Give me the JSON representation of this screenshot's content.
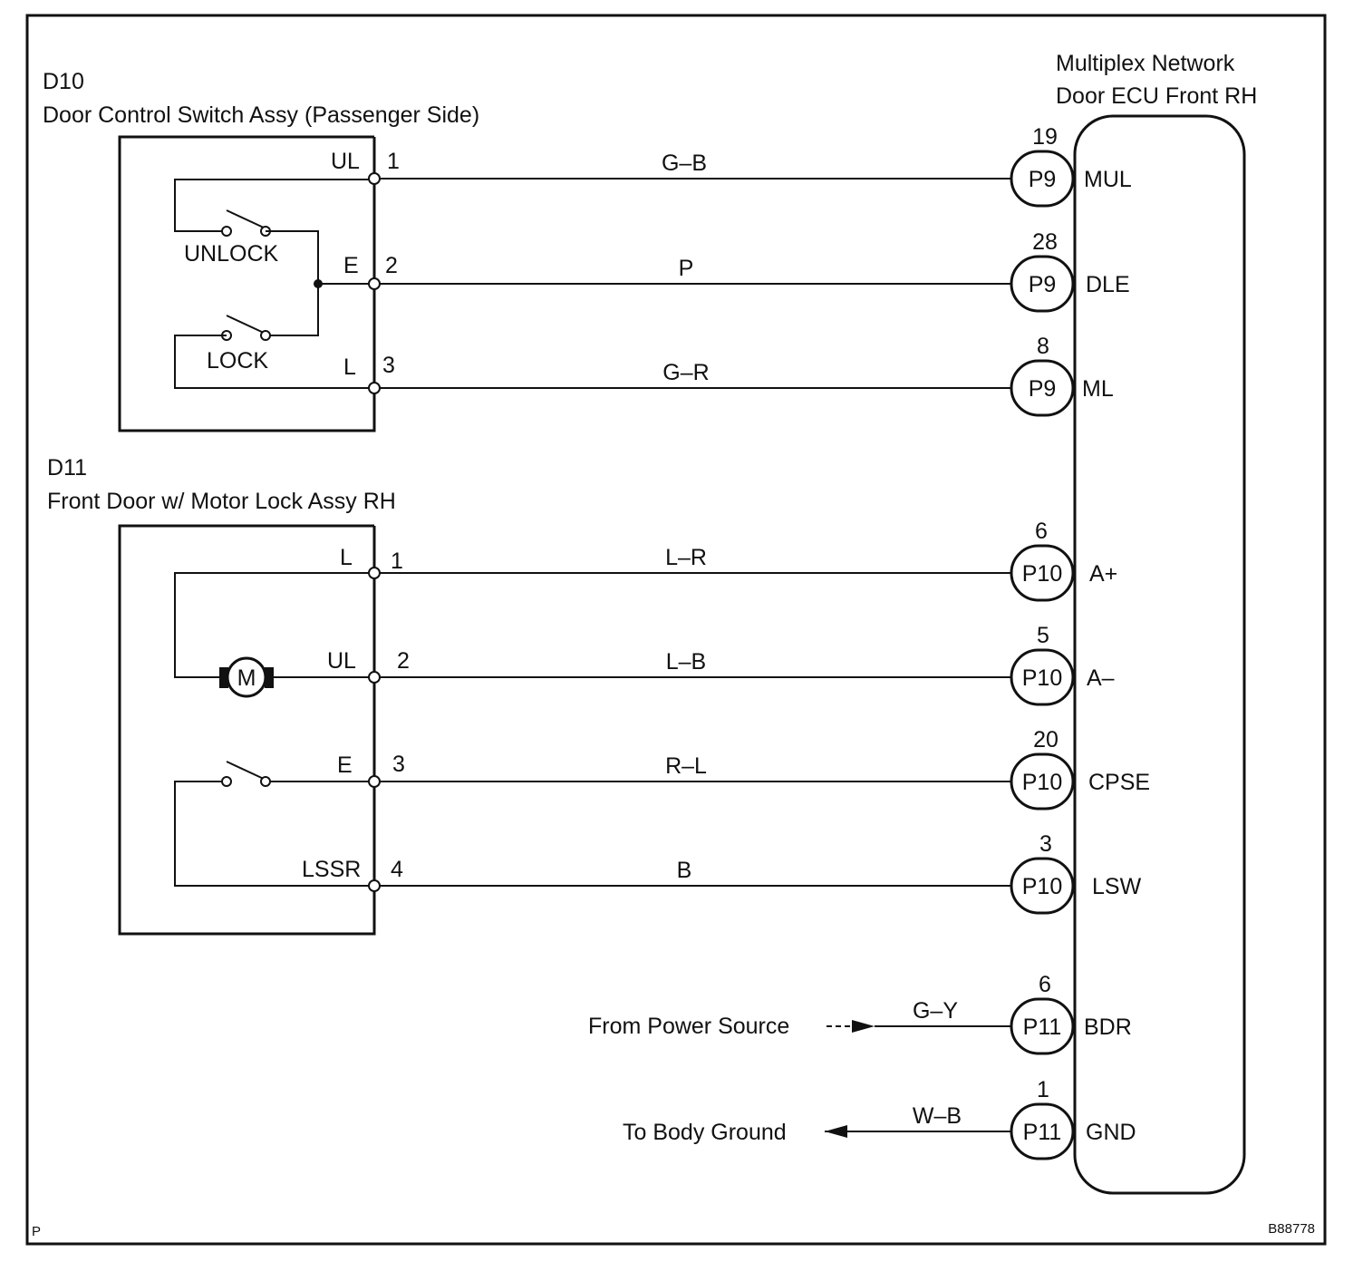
{
  "diagram": {
    "figure_code": "B88778",
    "corner_letter": "P"
  },
  "d10": {
    "code": "D10",
    "name": "Door Control Switch Assy (Passenger Side)",
    "switch_unlock": "UNLOCK",
    "switch_lock": "LOCK",
    "terminals": [
      {
        "label": "UL",
        "num": "1"
      },
      {
        "label": "E",
        "num": "2"
      },
      {
        "label": "L",
        "num": "3"
      }
    ]
  },
  "d11": {
    "code": "D11",
    "name": "Front Door w/ Motor Lock Assy RH",
    "motor": "M",
    "terminals": [
      {
        "label": "L",
        "num": "1"
      },
      {
        "label": "UL",
        "num": "2"
      },
      {
        "label": "E",
        "num": "3"
      },
      {
        "label": "LSSR",
        "num": "4"
      }
    ]
  },
  "ecu": {
    "title_line1": "Multiplex Network",
    "title_line2": "Door ECU Front RH",
    "pins": [
      {
        "pin": "19",
        "conn": "P9",
        "label": "MUL",
        "wire": "G–B"
      },
      {
        "pin": "28",
        "conn": "P9",
        "label": "DLE",
        "wire": "P"
      },
      {
        "pin": "8",
        "conn": "P9",
        "label": "ML",
        "wire": "G–R"
      },
      {
        "pin": "6",
        "conn": "P10",
        "label": "A+",
        "wire": "L–R"
      },
      {
        "pin": "5",
        "conn": "P10",
        "label": "A–",
        "wire": "L–B"
      },
      {
        "pin": "20",
        "conn": "P10",
        "label": "CPSE",
        "wire": "R–L"
      },
      {
        "pin": "3",
        "conn": "P10",
        "label": "LSW",
        "wire": "B"
      },
      {
        "pin": "6",
        "conn": "P11",
        "label": "BDR",
        "wire": "G–Y"
      },
      {
        "pin": "1",
        "conn": "P11",
        "label": "GND",
        "wire": "W–B"
      }
    ]
  },
  "external": {
    "power": "From Power Source",
    "ground": "To Body Ground"
  }
}
